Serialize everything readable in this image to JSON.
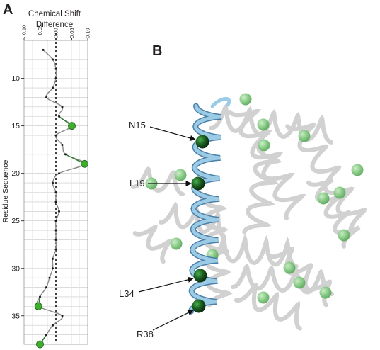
{
  "panel_a_label": "A",
  "panel_b_label": "B",
  "chart_data": {
    "type": "line",
    "orientation": "vertical",
    "title_lines": [
      "Chemical Shift",
      "Difference"
    ],
    "xlabel": "",
    "ylabel": "Residue Sequence",
    "xlim": [
      -0.1,
      0.1
    ],
    "ylim": [
      6,
      38
    ],
    "x_ticks": [
      "- 0.10",
      "- 0.05",
      "0.00",
      "0.05",
      "0.10"
    ],
    "x_tick_values": [
      -0.1,
      -0.05,
      0.0,
      0.05,
      0.1
    ],
    "y_ticks": [
      "10",
      "15",
      "20",
      "25",
      "30",
      "35"
    ],
    "y_tick_values": [
      10,
      15,
      20,
      25,
      30,
      35
    ],
    "grid": true,
    "zero_line": "dashed",
    "series": [
      {
        "residues": [
          7,
          8,
          9,
          10,
          11,
          12,
          13,
          14,
          15,
          16,
          17,
          18,
          19,
          20,
          21,
          22,
          23,
          24,
          25,
          26,
          27,
          28,
          29,
          30,
          31,
          32,
          33,
          34,
          35,
          36,
          37,
          38
        ],
        "values": [
          -0.04,
          -0.01,
          0.0,
          0.0,
          -0.01,
          -0.03,
          0.02,
          0.01,
          0.05,
          0.0,
          0.02,
          0.03,
          0.09,
          0.01,
          -0.01,
          0.0,
          0.0,
          0.01,
          0.0,
          0.0,
          0.0,
          0.0,
          -0.01,
          -0.01,
          -0.02,
          -0.03,
          -0.05,
          -0.055,
          0.02,
          -0.01,
          -0.03,
          -0.05
        ]
      }
    ],
    "highlighted_residues": [
      15,
      19,
      34,
      38
    ],
    "colors": {
      "line": "#8a8a8a",
      "point": "#1a1a1a",
      "highlight": "#3fae2a",
      "highlight_line": "#2e7d32",
      "grid": "#c8c8c8"
    }
  },
  "panel_b": {
    "labels": [
      {
        "name": "residue-label-n15",
        "text": "N15"
      },
      {
        "name": "residue-label-l19",
        "text": "L19"
      },
      {
        "name": "residue-label-l34",
        "text": "L34"
      },
      {
        "name": "residue-label-r38",
        "text": "R38"
      }
    ],
    "colors": {
      "highlight_helix": "#7cb7d9",
      "highlight_helix_edge": "#4a7fa8",
      "other_helices": "#c9c9c9",
      "dark_sphere": "#1b5e20",
      "light_sphere": "#7cc77a"
    }
  }
}
